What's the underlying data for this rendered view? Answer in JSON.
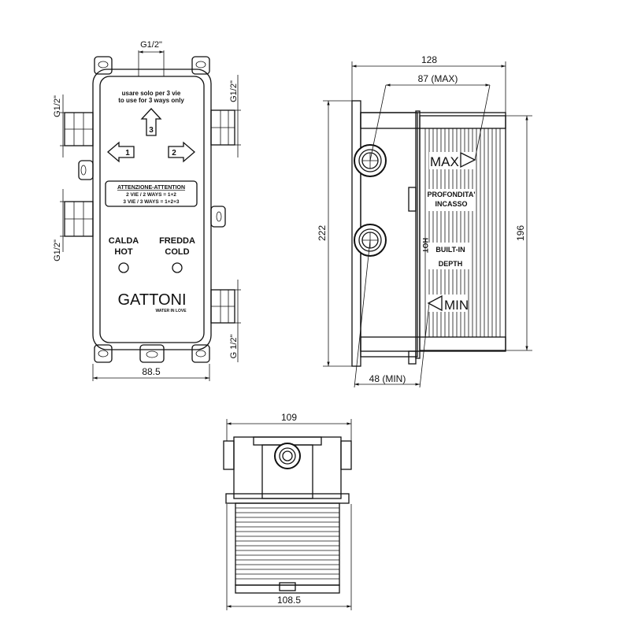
{
  "front_view": {
    "top_port_label": "G1/2\"",
    "left_top_port_label": "G1/2\"",
    "left_bottom_port_label": "G1/2\"",
    "right_top_port_label": "G1/2\"",
    "right_bottom_port_label": "G 1/2\"",
    "note_line1": "usare solo per 3 vie",
    "note_line2": "to use for 3 ways only",
    "arrow_1": "1",
    "arrow_2": "2",
    "arrow_3": "3",
    "attention_title": "ATTENZIONE-ATTENTION",
    "attention_line1": "2 VIE / 2 WAYS = 1+2",
    "attention_line2": "3 VIE / 3 WAYS = 1+2+3",
    "hot_it": "CALDA",
    "hot_en": "HOT",
    "cold_it": "FREDDA",
    "cold_en": "COLD",
    "brand": "GATTONI",
    "tagline": "WATER IN LOVE",
    "width_dim": "88.5"
  },
  "side_view": {
    "overall_depth_dim": "128",
    "max_depth_dim": "87 (MAX)",
    "min_depth_dim": "48 (MIN)",
    "height_dim": "222",
    "sleeve_height_dim": "196",
    "max_label": "MAX",
    "min_label": "MIN",
    "depth_it_1": "PROFONDITA'",
    "depth_it_2": "INCASSO",
    "depth_en_1": "BUILT-IN",
    "depth_en_2": "DEPTH",
    "hot_label": "HOT"
  },
  "bottom_view": {
    "top_width_dim": "109",
    "bottom_width_dim": "108.5"
  }
}
